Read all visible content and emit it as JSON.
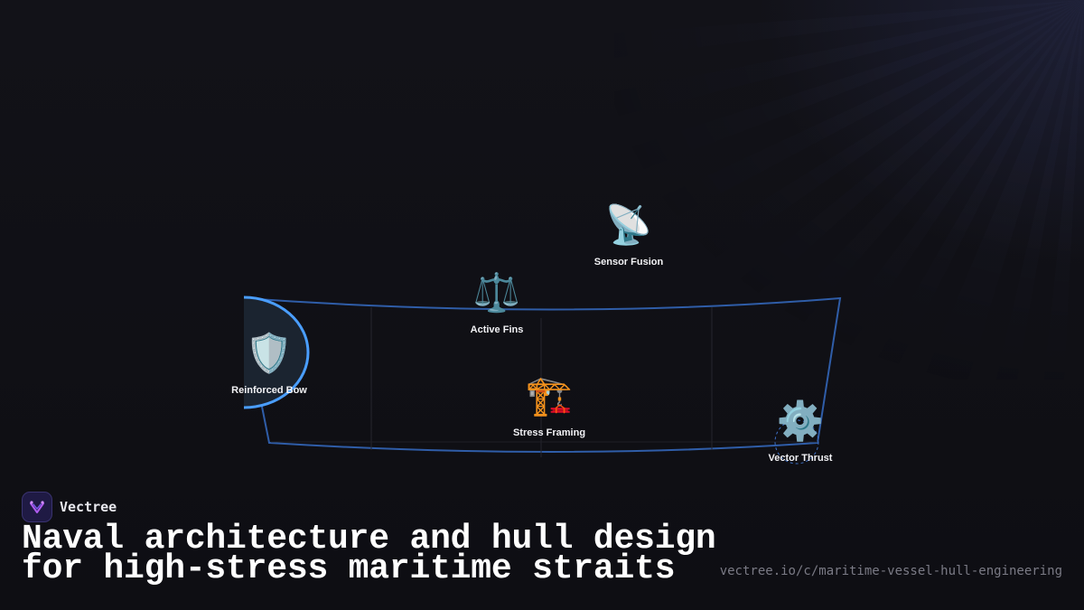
{
  "brand": {
    "name": "Vectree",
    "logo_icon": "vectree-logo-icon"
  },
  "headline": {
    "line1": "Naval architecture and hull design",
    "line2": "for high-stress maritime straits"
  },
  "url": "vectree.io/c/maritime-vessel-hull-engineering",
  "diagram": {
    "nodes": [
      {
        "id": "reinforced-bow",
        "label": "Reinforced Bow",
        "icon": "🛡️",
        "icon_name": "shield-icon",
        "highlighted": true
      },
      {
        "id": "active-fins",
        "label": "Active Fins",
        "icon": "⚖️",
        "icon_name": "scales-icon"
      },
      {
        "id": "sensor-fusion",
        "label": "Sensor Fusion",
        "icon": "📡",
        "icon_name": "satellite-dish-icon"
      },
      {
        "id": "stress-framing",
        "label": "Stress Framing",
        "icon": "🏗️",
        "icon_name": "crane-icon"
      },
      {
        "id": "vector-thrust",
        "label": "Vector Thrust",
        "icon": "⚙️",
        "icon_name": "gear-icon"
      }
    ]
  },
  "colors": {
    "background": "#0f0f14",
    "hull_outline": "#2f5da8",
    "bow_highlight": "#4a9eff",
    "text": "#ffffff",
    "url_text": "#7a7a85"
  }
}
